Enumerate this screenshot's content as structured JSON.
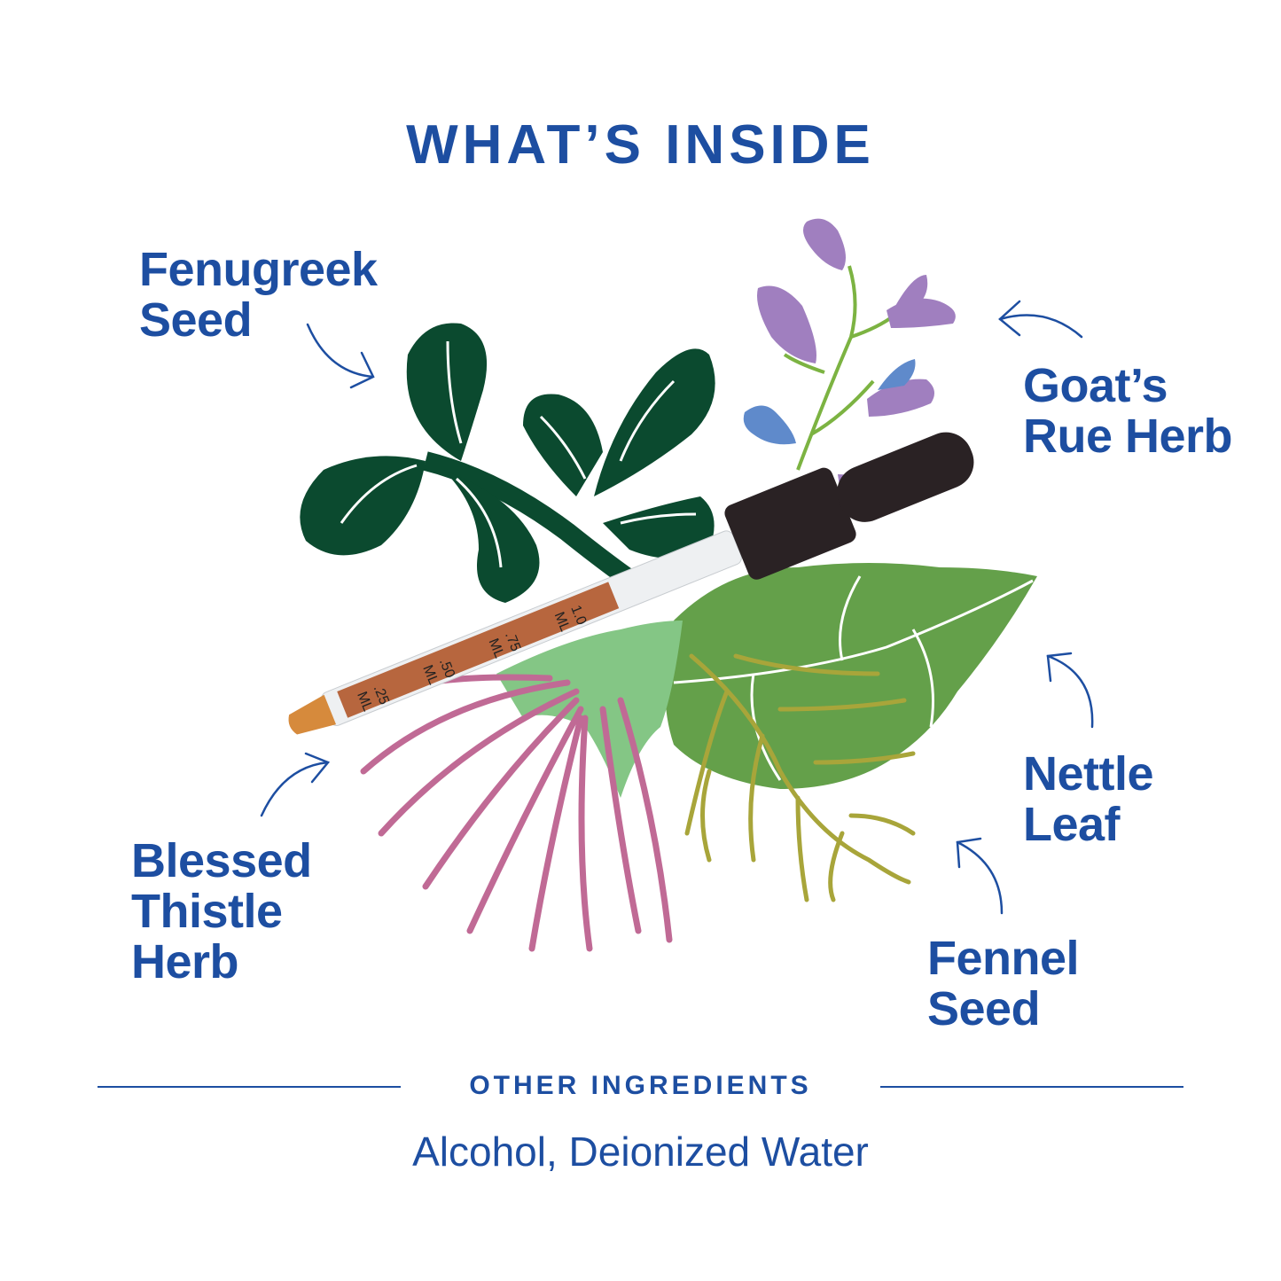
{
  "title": "WHAT’S INSIDE",
  "ingredients": [
    {
      "name_lines": [
        "Fenugreek",
        "Seed"
      ]
    },
    {
      "name_lines": [
        "Goat’s",
        "Rue Herb"
      ]
    },
    {
      "name_lines": [
        "Nettle",
        "Leaf"
      ]
    },
    {
      "name_lines": [
        "Fennel",
        "Seed"
      ]
    },
    {
      "name_lines": [
        "Blessed",
        "Thistle",
        "Herb"
      ]
    }
  ],
  "dropper": {
    "markings": [
      "1.0",
      ".75",
      ".50",
      ".25"
    ],
    "unit": "ML"
  },
  "other_ingredients": {
    "heading": "OTHER INGREDIENTS",
    "value": "Alcohol, Deionized Water"
  },
  "colors": {
    "text": "#1d4ea1",
    "fenugreek": "#0b4a2f",
    "goats_rue_flower": "#a07fbf",
    "goats_rue_blue": "#5f8acb",
    "nettle": "#64a04a",
    "thistle_leaf": "#84c685",
    "thistle_stems": "#c06a95",
    "fennel": "#a8a53a",
    "dropper_cap": "#2a2224",
    "tincture": "#b0572a"
  }
}
